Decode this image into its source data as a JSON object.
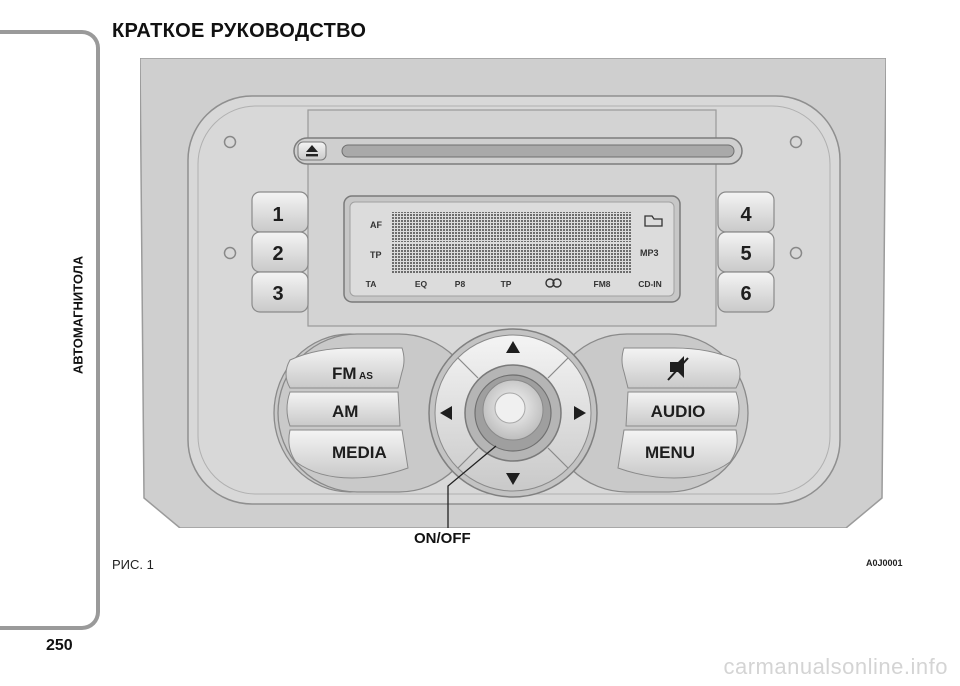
{
  "side_label": "АВТОМАГНИТОЛА",
  "page_number": "250",
  "title": "КРАТКОЕ РУКОВОДСТВО",
  "figure": {
    "caption": "РИС. 1",
    "code": "A0J0001",
    "callout": "ON/OFF",
    "preset_buttons": [
      "1",
      "2",
      "3",
      "4",
      "5",
      "6"
    ],
    "display": {
      "left_top": "AF",
      "left_mid": "TP",
      "right_mid": "MP3",
      "bottom": [
        "TA",
        "EQ",
        "P8",
        "TP",
        "FM8",
        "CD-IN"
      ],
      "folder_icon": "folder-icon",
      "loop_icon": "loop-icon"
    },
    "left_buttons": {
      "fm_main": "FM",
      "fm_sub": "AS",
      "am": "AM",
      "media": "MEDIA"
    },
    "right_buttons": {
      "mute_icon": "mute-icon",
      "audio": "AUDIO",
      "menu": "MENU"
    },
    "dpad": [
      "up-arrow-icon",
      "down-arrow-icon",
      "left-arrow-icon",
      "right-arrow-icon"
    ],
    "eject_icon": "eject-icon"
  },
  "watermark": "carmanualsonline.info"
}
